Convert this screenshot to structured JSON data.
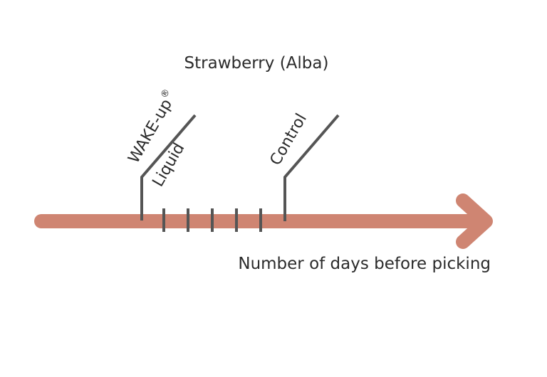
{
  "title": "Strawberry (Alba)",
  "axis_label": "Number of days before picking",
  "markers": {
    "wake_up": {
      "line1": "WAKE-up",
      "superscript": "®",
      "line2": "Liquid"
    },
    "control": {
      "label": "Control"
    }
  },
  "tick_count": 5,
  "colors": {
    "arrow": "#cf8572",
    "lines": "#555555",
    "text": "#2b2b2b"
  }
}
